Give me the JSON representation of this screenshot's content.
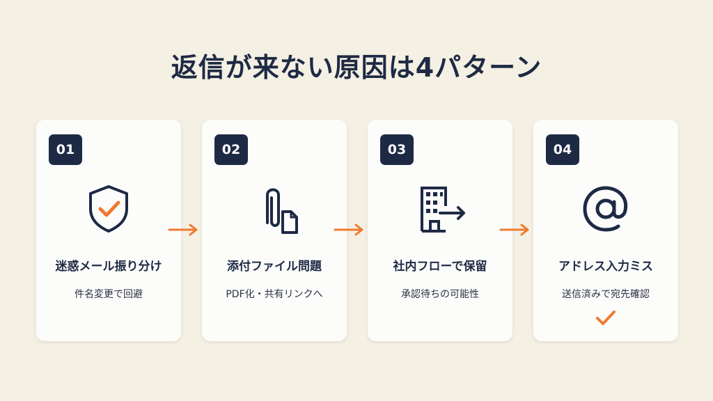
{
  "title": "返信が来ない原因は4パターン",
  "colors": {
    "navy": "#1e2a44",
    "accent": "#f07a30",
    "background": "#f4f0e3"
  },
  "cards": [
    {
      "number": "01",
      "icon": "shield-check-icon",
      "heading": "迷惑メール振り分け",
      "subtext": "件名変更で回避"
    },
    {
      "number": "02",
      "icon": "paperclip-document-icon",
      "heading": "添付ファイル問題",
      "subtext": "PDF化・共有リンクへ"
    },
    {
      "number": "03",
      "icon": "building-arrow-icon",
      "heading": "社内フローで保留",
      "subtext": "承認待ちの可能性"
    },
    {
      "number": "04",
      "icon": "at-sign-icon",
      "heading": "アドレス入力ミス",
      "subtext": "送信済みで宛先確認",
      "check": "checkmark-icon"
    }
  ]
}
